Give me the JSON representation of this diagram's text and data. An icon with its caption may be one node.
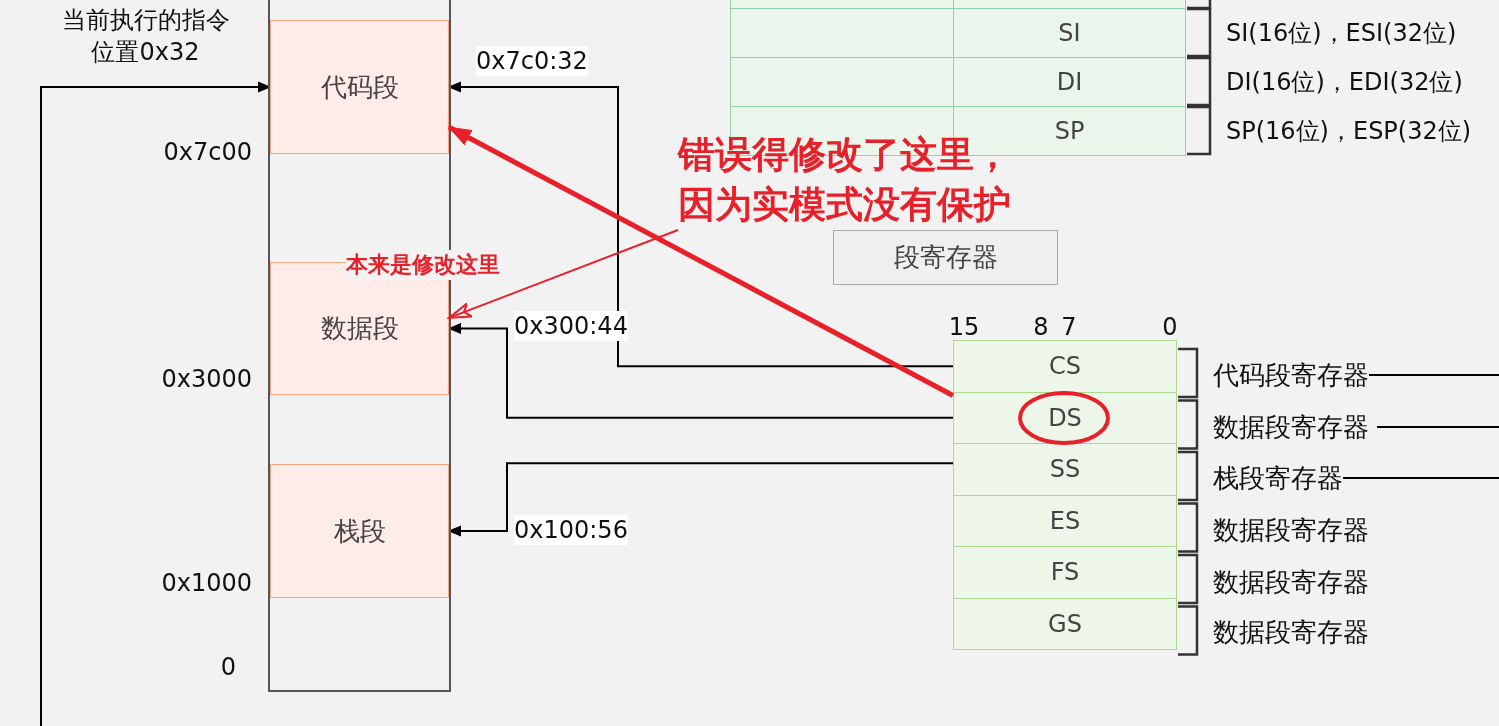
{
  "diagram": {
    "nodes": [
      {
        "text": [],
        "shape": "box"
      },
      {
        "text": [
          "代码段"
        ],
        "in": 0
      },
      {
        "text": [
          "数据段"
        ],
        "in": 0
      },
      {
        "text": [
          "栈段"
        ],
        "in": 0
      },
      {
        "text": [],
        "shape": "box"
      },
      {
        "text": [],
        "shape": "box"
      },
      {
        "text": [],
        "shape": "box"
      },
      {
        "text": [
          "SI"
        ],
        "beside": [
          "SI(16位)，ESI(32位)"
        ]
      },
      {
        "text": [],
        "shape": "box"
      },
      {
        "text": [
          "DI"
        ],
        "beside": [
          "DI(16位)，EDI(32位)"
        ]
      },
      {
        "text": [],
        "shape": "box"
      },
      {
        "text": [
          "SP"
        ],
        "beside": [
          "SP(16位)，ESP(32位)"
        ]
      },
      {
        "text": [
          "错误得修改了这里，因为实模式没有保护"
        ]
      },
      {
        "text": [
          "段寄存器"
        ]
      },
      {
        "text": [
          "CS"
        ]
      },
      {
        "text": [
          "DS"
        ]
      },
      {
        "text": [
          "SS"
        ]
      },
      {
        "text": [
          "ES"
        ]
      },
      {
        "text": [
          "FS"
        ]
      },
      {
        "text": [
          "GS"
        ]
      },
      {
        "text": [
          "代码段寄存器"
        ]
      },
      {
        "text": [
          "数据段寄存器"
        ]
      },
      {
        "text": [
          "栈段寄存器"
        ]
      },
      {
        "text": [
          "数据段寄存器"
        ]
      },
      {
        "text": [
          "数据段寄存器"
        ]
      },
      {
        "text": [
          "数据段寄存器"
        ]
      }
    ],
    "edges": [
      {
        "from": null,
        "to": 1,
        "arrow": "to",
        "label": "当前执行的指令位置0x32"
      },
      {
        "from": 14,
        "to": 1,
        "arrow": "to",
        "label": "0x7c0:32"
      },
      {
        "from": 15,
        "to": 2,
        "arrow": "to",
        "label": "0x300:44"
      },
      {
        "from": 16,
        "to": 3,
        "arrow": "to",
        "label": "0x100:56"
      },
      {
        "from": 15,
        "to": 1,
        "arrow": "to",
        "style": "thick",
        "color": "#e8202a"
      },
      {
        "from": 12,
        "to": 2,
        "arrow": "to",
        "color": "#e8202a",
        "label": "本来是修改这里"
      },
      {
        "from": 20,
        "to": null,
        "arrow": "none"
      },
      {
        "from": 21,
        "to": null,
        "arrow": "none"
      },
      {
        "from": 22,
        "to": null,
        "arrow": "none"
      }
    ],
    "labels": [
      "0x7c00",
      "15",
      "8",
      "7",
      "0",
      "0x3000",
      "0x1000",
      "0"
    ]
  }
}
